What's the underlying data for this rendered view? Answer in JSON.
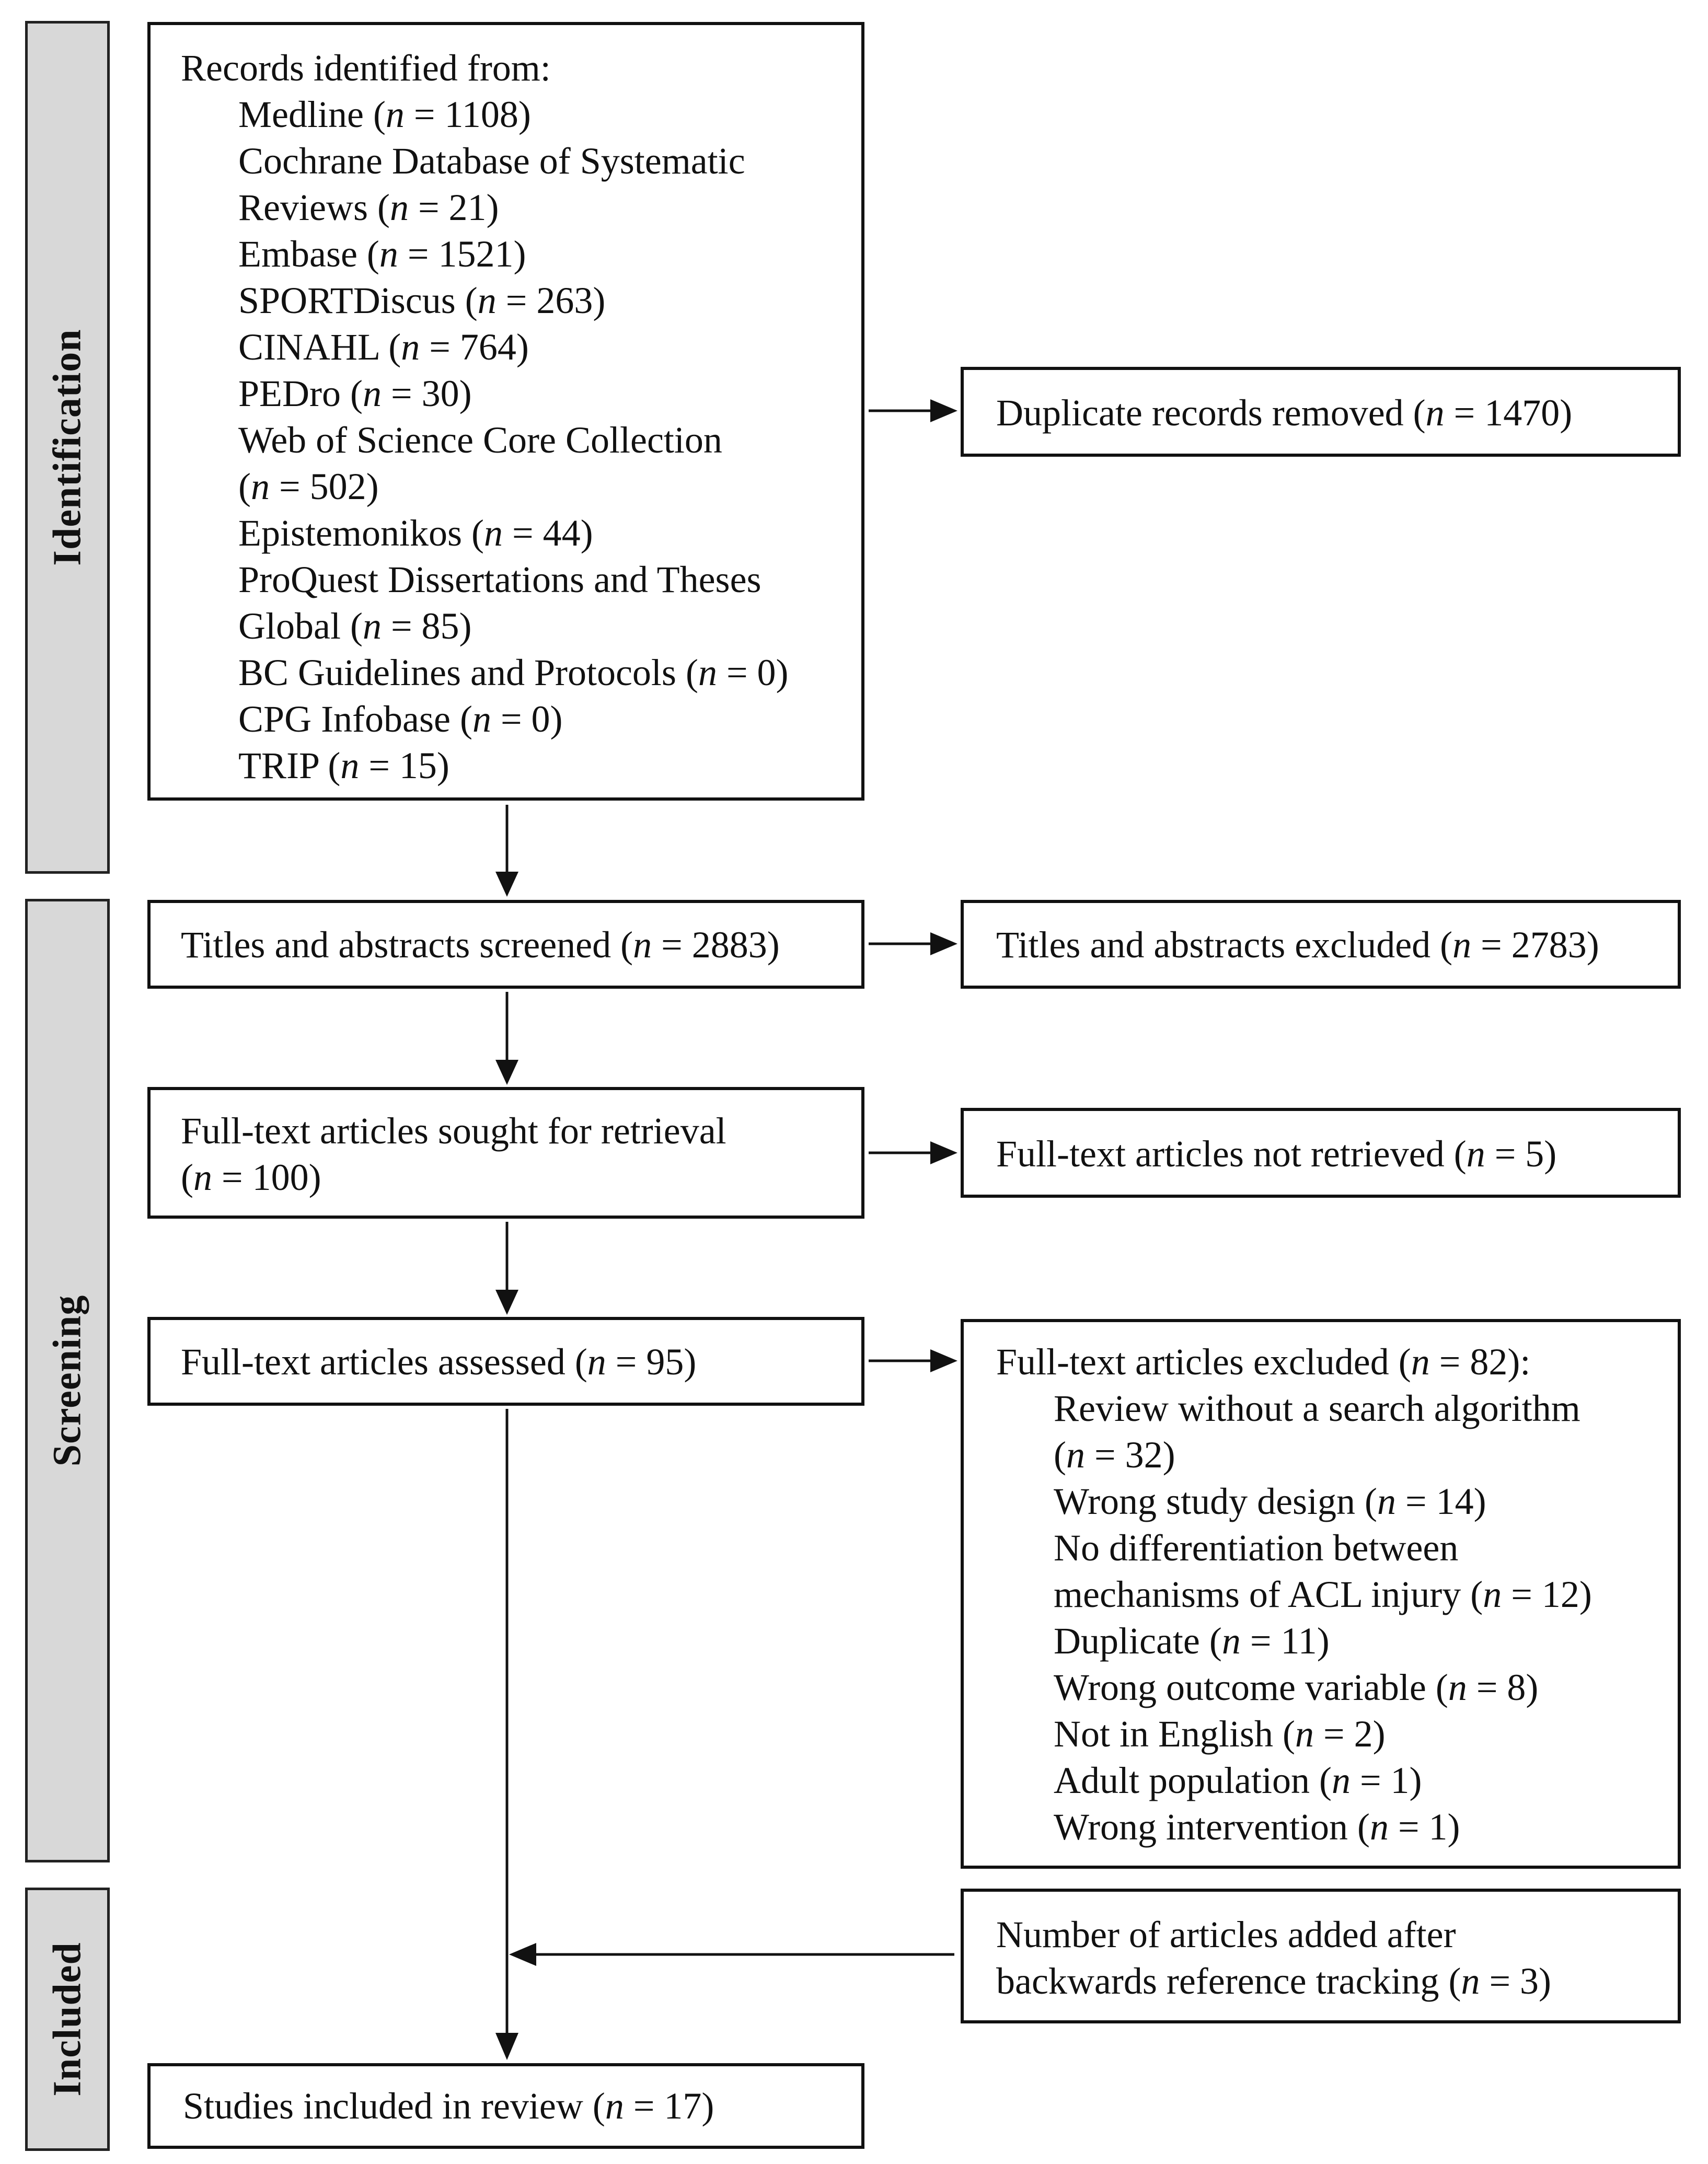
{
  "phases": {
    "identification": "Identification",
    "screening": "Screening",
    "included": "Included"
  },
  "records": {
    "heading": "Records identified from:",
    "lines": [
      {
        "pre": "Medline (",
        "n": "n",
        "post": " = 1108)"
      },
      {
        "pre": "Cochrane Database of Systematic",
        "n": "",
        "post": ""
      },
      {
        "pre": "Reviews (",
        "n": "n",
        "post": " = 21)"
      },
      {
        "pre": "Embase (",
        "n": "n",
        "post": " = 1521)"
      },
      {
        "pre": "SPORTDiscus (",
        "n": "n",
        "post": " = 263)"
      },
      {
        "pre": "CINAHL (",
        "n": "n",
        "post": " = 764)"
      },
      {
        "pre": "PEDro (",
        "n": "n",
        "post": " = 30)"
      },
      {
        "pre": "Web of Science Core Collection",
        "n": "",
        "post": ""
      },
      {
        "pre": "(",
        "n": "n",
        "post": " = 502)"
      },
      {
        "pre": "Epistemonikos (",
        "n": "n",
        "post": " = 44)"
      },
      {
        "pre": "ProQuest Dissertations and Theses",
        "n": "",
        "post": ""
      },
      {
        "pre": "Global (",
        "n": "n",
        "post": " = 85)"
      },
      {
        "pre": "BC Guidelines and Protocols (",
        "n": "n",
        "post": " = 0)"
      },
      {
        "pre": "CPG Infobase (",
        "n": "n",
        "post": " = 0)"
      },
      {
        "pre": "TRIP (",
        "n": "n",
        "post": " = 15)"
      }
    ]
  },
  "duplicates": {
    "pre": "Duplicate records removed (",
    "n": "n",
    "post": " = 1470)"
  },
  "screened": {
    "pre": "Titles and abstracts screened (",
    "n": "n",
    "post": " = 2883)"
  },
  "excluded_titles": {
    "pre": "Titles and abstracts excluded (",
    "n": "n",
    "post": " = 2783)"
  },
  "sought": {
    "line1": "Full-text articles sought for retrieval",
    "line2": {
      "pre": "(",
      "n": "n",
      "post": " = 100)"
    }
  },
  "not_retrieved": {
    "pre": "Full-text articles not retrieved (",
    "n": "n",
    "post": " = 5)"
  },
  "assessed": {
    "pre": "Full-text articles assessed (",
    "n": "n",
    "post": " = 95)"
  },
  "excluded_full": {
    "heading": {
      "pre": "Full-text articles excluded (",
      "n": "n",
      "post": " = 82):"
    },
    "lines": [
      {
        "pre": "Review without a search algorithm",
        "n": "",
        "post": ""
      },
      {
        "pre": "(",
        "n": "n",
        "post": " = 32)"
      },
      {
        "pre": "Wrong study design (",
        "n": "n",
        "post": " = 14)"
      },
      {
        "pre": "No differentiation between",
        "n": "",
        "post": ""
      },
      {
        "pre": "mechanisms of ACL injury (",
        "n": "n",
        "post": " = 12)"
      },
      {
        "pre": "Duplicate (",
        "n": "n",
        "post": " = 11)"
      },
      {
        "pre": "Wrong outcome variable (",
        "n": "n",
        "post": " = 8)"
      },
      {
        "pre": "Not in English (",
        "n": "n",
        "post": " = 2)"
      },
      {
        "pre": "Adult population (",
        "n": "n",
        "post": " = 1)"
      },
      {
        "pre": "Wrong intervention (",
        "n": "n",
        "post": " = 1)"
      }
    ]
  },
  "added": {
    "line1": "Number of articles added after",
    "line2": {
      "pre": "backwards reference tracking (",
      "n": "n",
      "post": " = 3)"
    }
  },
  "included": {
    "pre": "Studies included in review (",
    "n": "n",
    "post": " = 17)"
  }
}
